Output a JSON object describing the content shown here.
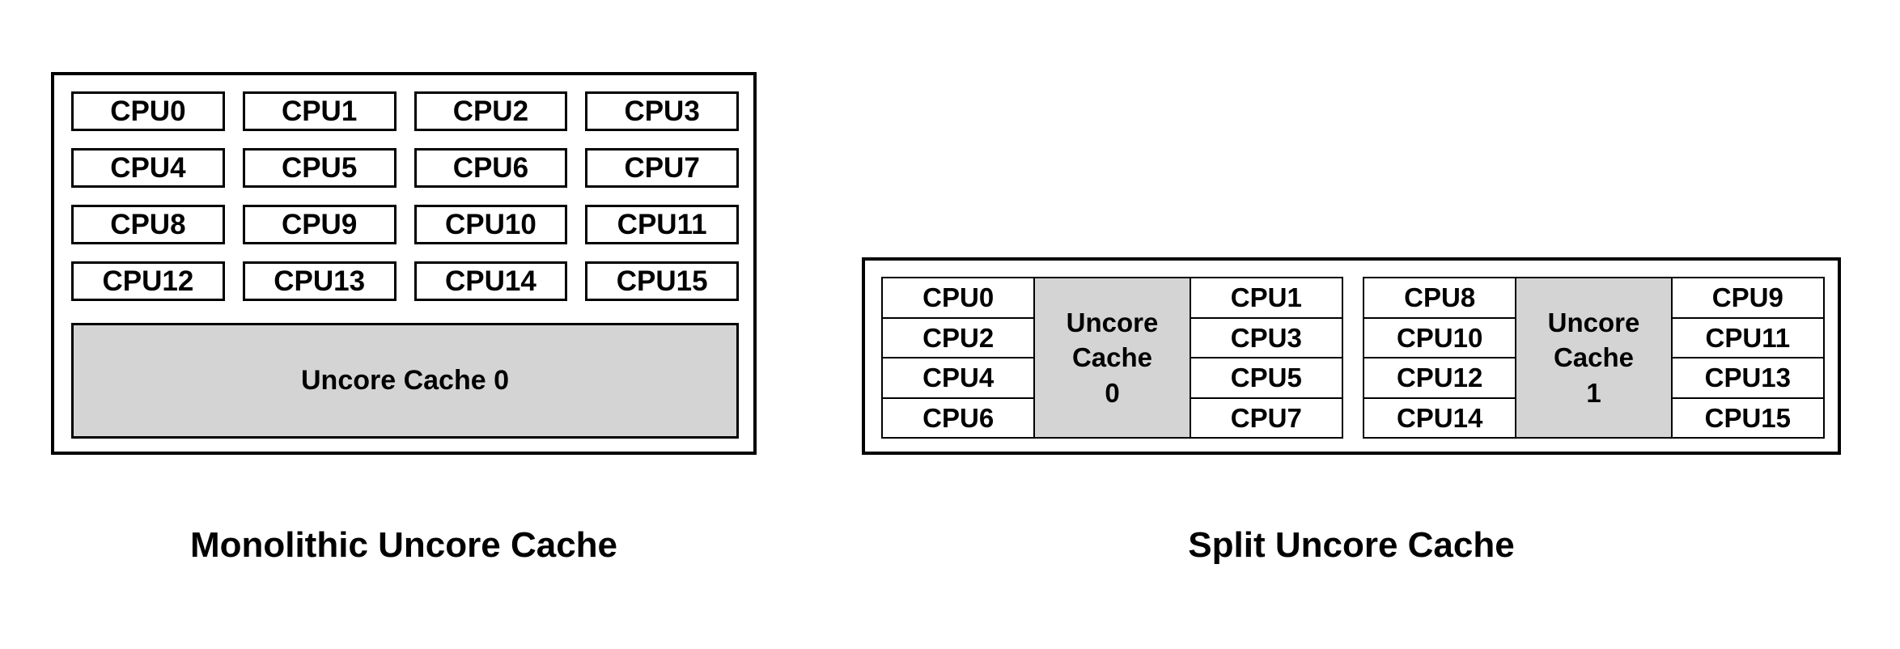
{
  "diagrams": {
    "monolithic": {
      "caption": "Monolithic Uncore Cache",
      "cpus": [
        "CPU0",
        "CPU1",
        "CPU2",
        "CPU3",
        "CPU4",
        "CPU5",
        "CPU6",
        "CPU7",
        "CPU8",
        "CPU9",
        "CPU10",
        "CPU11",
        "CPU12",
        "CPU13",
        "CPU14",
        "CPU15"
      ],
      "cache_label": "Uncore Cache 0"
    },
    "split": {
      "caption": "Split Uncore Cache",
      "clusters": [
        {
          "left_cpus": [
            "CPU0",
            "CPU2",
            "CPU4",
            "CPU6"
          ],
          "cache_lines": [
            "Uncore",
            "Cache",
            "0"
          ],
          "right_cpus": [
            "CPU1",
            "CPU3",
            "CPU5",
            "CPU7"
          ]
        },
        {
          "left_cpus": [
            "CPU8",
            "CPU10",
            "CPU12",
            "CPU14"
          ],
          "cache_lines": [
            "Uncore",
            "Cache",
            "1"
          ],
          "right_cpus": [
            "CPU9",
            "CPU11",
            "CPU13",
            "CPU15"
          ]
        }
      ]
    }
  },
  "colors": {
    "background": "#ffffff",
    "border": "#000000",
    "cache_fill": "#d4d4d4",
    "text": "#000000"
  }
}
